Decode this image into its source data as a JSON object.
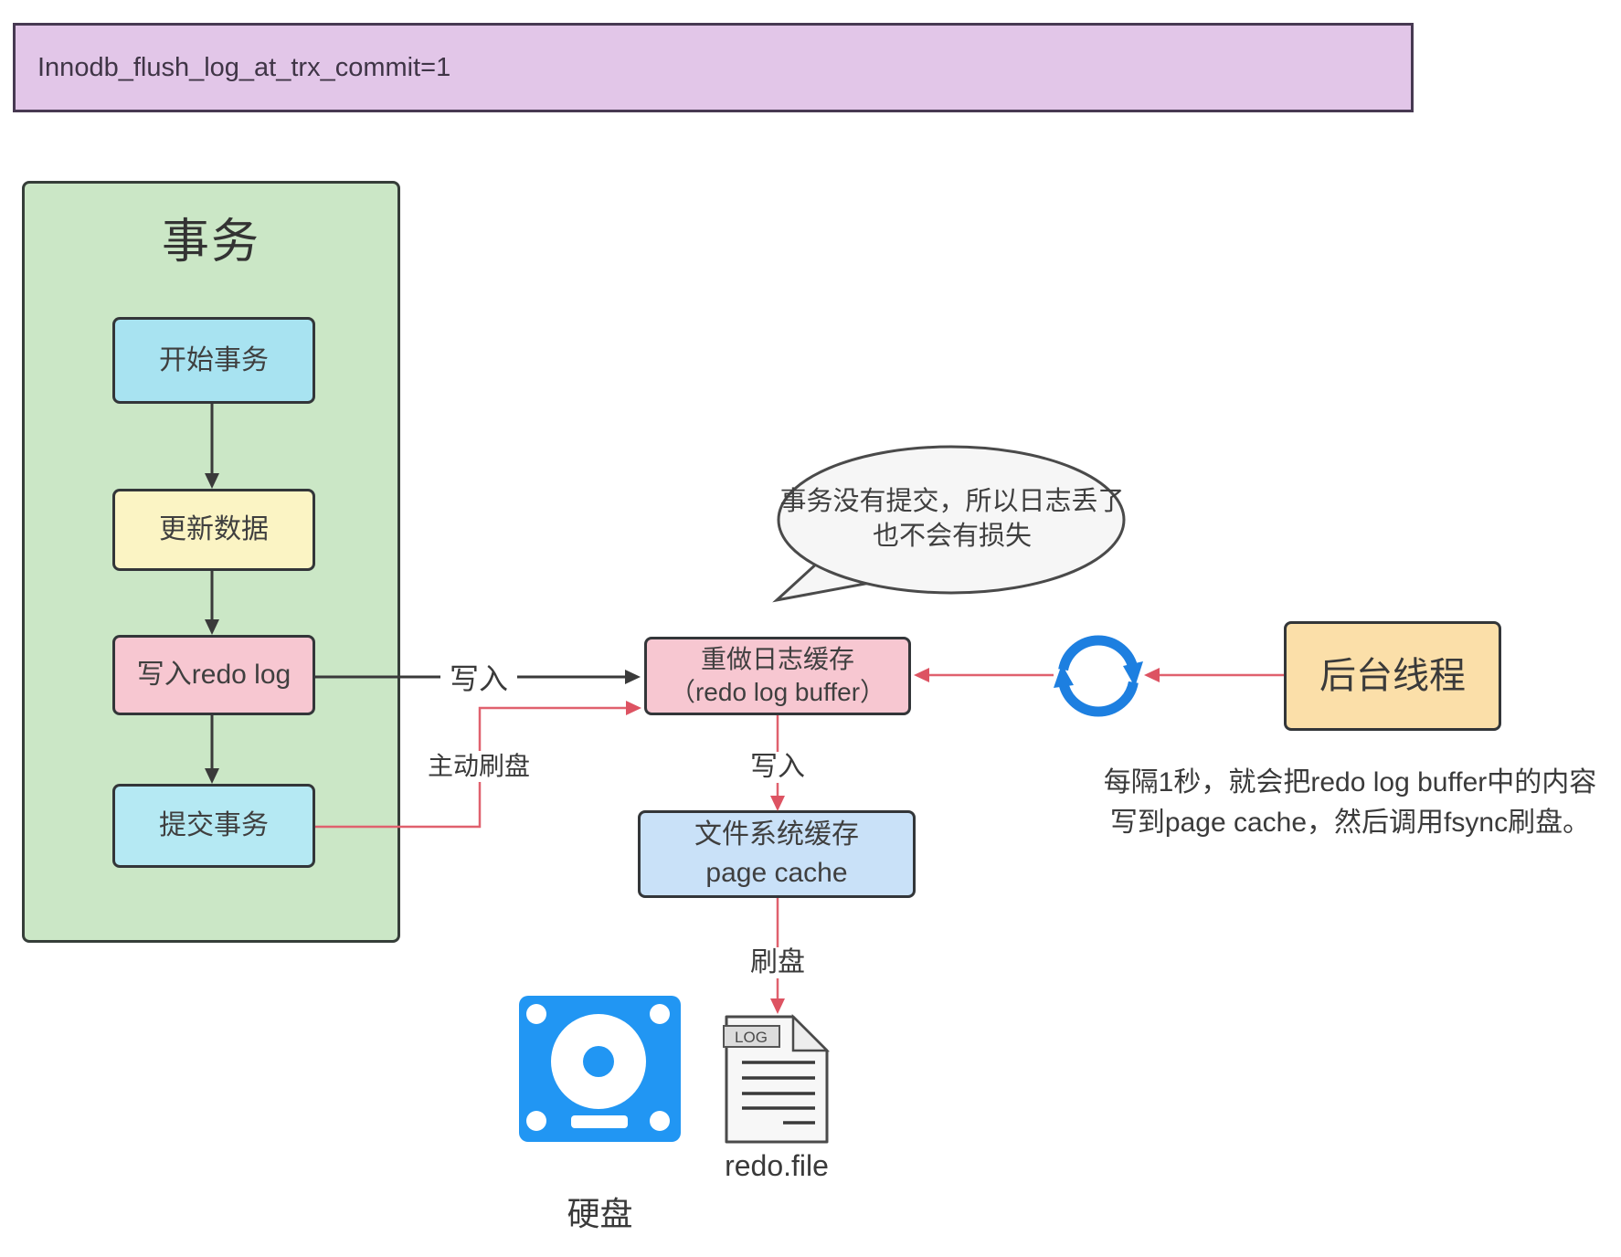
{
  "banner": {
    "label": "Innodb_flush_log_at_trx_commit=1"
  },
  "transaction_panel": {
    "title": "事务",
    "steps": {
      "start": "开始事务",
      "update": "更新数据",
      "write_redo": "写入redo log",
      "commit": "提交事务"
    }
  },
  "buffer_box": {
    "line1": "重做日志缓存",
    "line2": "（redo log buffer）"
  },
  "page_cache_box": {
    "line1": "文件系统缓存",
    "line2": "page cache"
  },
  "background_thread": {
    "label": "后台线程",
    "note_line1": "每隔1秒，就会把redo log buffer中的内容",
    "note_line2": "写到page cache，然后调用fsync刷盘。"
  },
  "speech_bubble": {
    "line1": "事务没有提交，所以日志丢了",
    "line2": "也不会有损失"
  },
  "edge_labels": {
    "write_to_buffer": "写入",
    "active_flush": "主动刷盘",
    "write_to_page_cache": "写入",
    "flush_to_disk": "刷盘"
  },
  "disk": {
    "label": "硬盘"
  },
  "log_file": {
    "tab": "LOG",
    "label": "redo.file"
  },
  "colors": {
    "banner_bg": "#e2c6e8",
    "banner_border": "#473952",
    "panel_bg": "#cbe7c6",
    "step_start_bg": "#a8e3f1",
    "step_update_bg": "#fbf4c4",
    "step_write_redo_bg": "#f7c7d1",
    "step_commit_bg": "#b5e9f3",
    "buffer_bg": "#f7c7d1",
    "page_cache_bg": "#c9e1f8",
    "thread_bg": "#fbdfa9",
    "red_arrow": "#e0616e",
    "black_arrow": "#3a3a3a",
    "icon_blue": "#2196f3"
  }
}
